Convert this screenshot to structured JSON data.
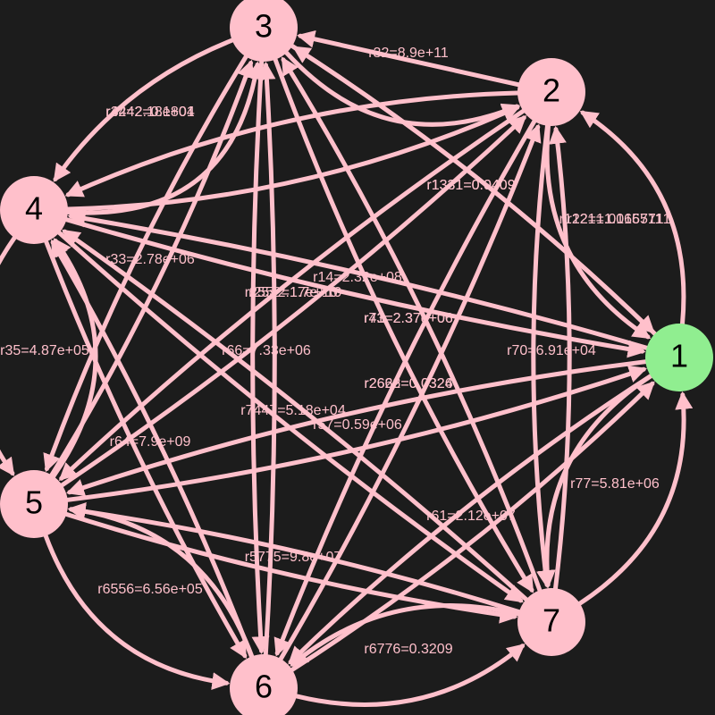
{
  "colors": {
    "background": "#1c1c1c",
    "edge": "#ffc0cb",
    "node": "#ffc0cb",
    "highlight_node": "#90ee90",
    "node_text": "#000000",
    "edge_label": "#ffc0cb"
  },
  "nodes": [
    {
      "id": "1",
      "label": "1",
      "highlighted": true
    },
    {
      "id": "2",
      "label": "2",
      "highlighted": false
    },
    {
      "id": "3",
      "label": "3",
      "highlighted": false
    },
    {
      "id": "4",
      "label": "4",
      "highlighted": false
    },
    {
      "id": "5",
      "label": "5",
      "highlighted": false
    },
    {
      "id": "6",
      "label": "6",
      "highlighted": false
    },
    {
      "id": "7",
      "label": "7",
      "highlighted": false
    }
  ],
  "edge_labels": [
    "r32=8.9e+11",
    "r3442=0.1801",
    "r42=2.18e+04",
    "r1331=0.0409",
    "r1331=0.0409",
    "r1221=1.0165711",
    "r12=1.0165711",
    "r33=2.78e+06",
    "r25=2.17e+10",
    "r2552=1.7e+10",
    "r14=2.32e+08",
    "r73=2.37e+06",
    "r41=2.37e+06",
    "r35=4.87e+05",
    "r66=7.33e+06",
    "r70=6.91e+04",
    "r2662=0.0324",
    "r2626=0.0326",
    "r64=7.9e+09",
    "r7447=5.18e+04",
    "r57=0.59e+06",
    "r77=5.81e+06",
    "r61=2.12e+07",
    "r5775=9.8e+07",
    "r6556=6.56e+05",
    "r6776=0.3209"
  ]
}
